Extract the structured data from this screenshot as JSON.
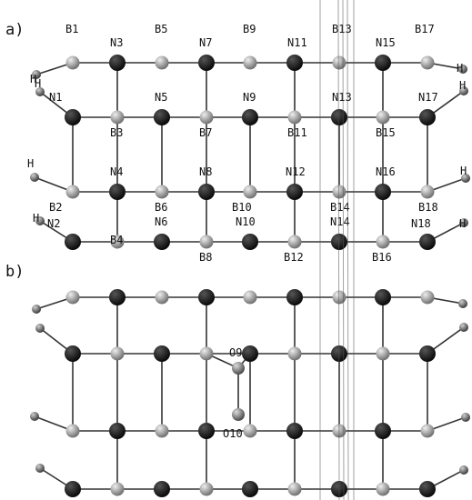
{
  "panels": [
    {
      "label": "a)"
    },
    {
      "label": "b)"
    }
  ],
  "colors": {
    "nitrogen": "#141414",
    "boron": "#9a9a9a",
    "hydrogen": "#6e6e6e",
    "oxygen": "#7a7a7a",
    "bond": "#333333"
  },
  "panel_a": {
    "atom_labels": [
      "B1",
      "N3",
      "B5",
      "N7",
      "B9",
      "N11",
      "B13",
      "N15",
      "B17",
      "N1",
      "B3",
      "N5",
      "B7",
      "N9",
      "B11",
      "N13",
      "B15",
      "N17",
      "B2",
      "N4",
      "B6",
      "N8",
      "B10",
      "N12",
      "B14",
      "N16",
      "B18",
      "N2",
      "B4",
      "N6",
      "B8",
      "N10",
      "B12",
      "N14",
      "B16",
      "N18"
    ],
    "hydrogen_labels": [
      "H",
      "H",
      "H",
      "H",
      "H",
      "H",
      "H",
      "H"
    ]
  },
  "panel_b": {
    "oxygen_labels": [
      "O9",
      "O10"
    ]
  }
}
